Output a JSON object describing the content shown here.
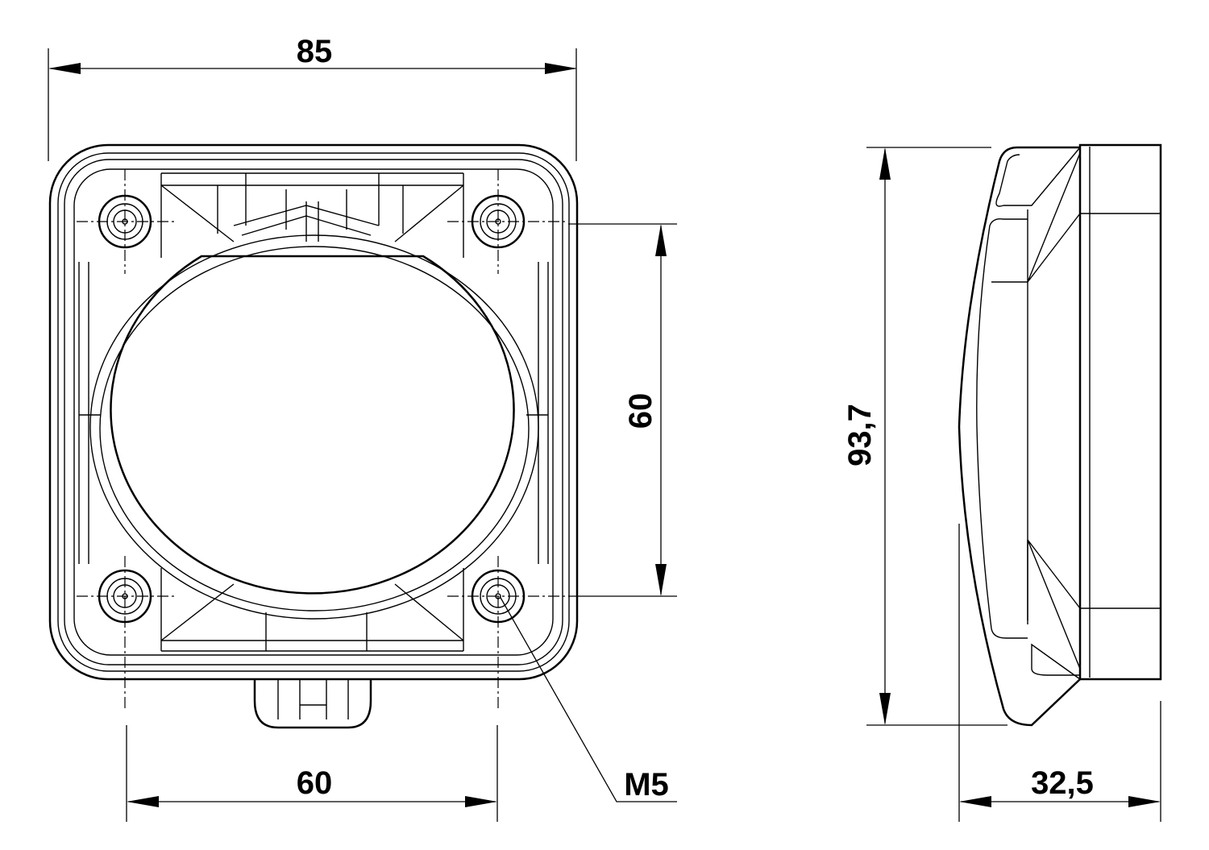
{
  "drawing": {
    "dimensions": {
      "front_width": "85",
      "hole_spacing_vertical": "60",
      "hole_spacing_horizontal": "60",
      "side_height": "93,7",
      "side_depth": "32,5",
      "thread": "M5"
    },
    "line_color": "#000000",
    "background_color": "#ffffff"
  }
}
